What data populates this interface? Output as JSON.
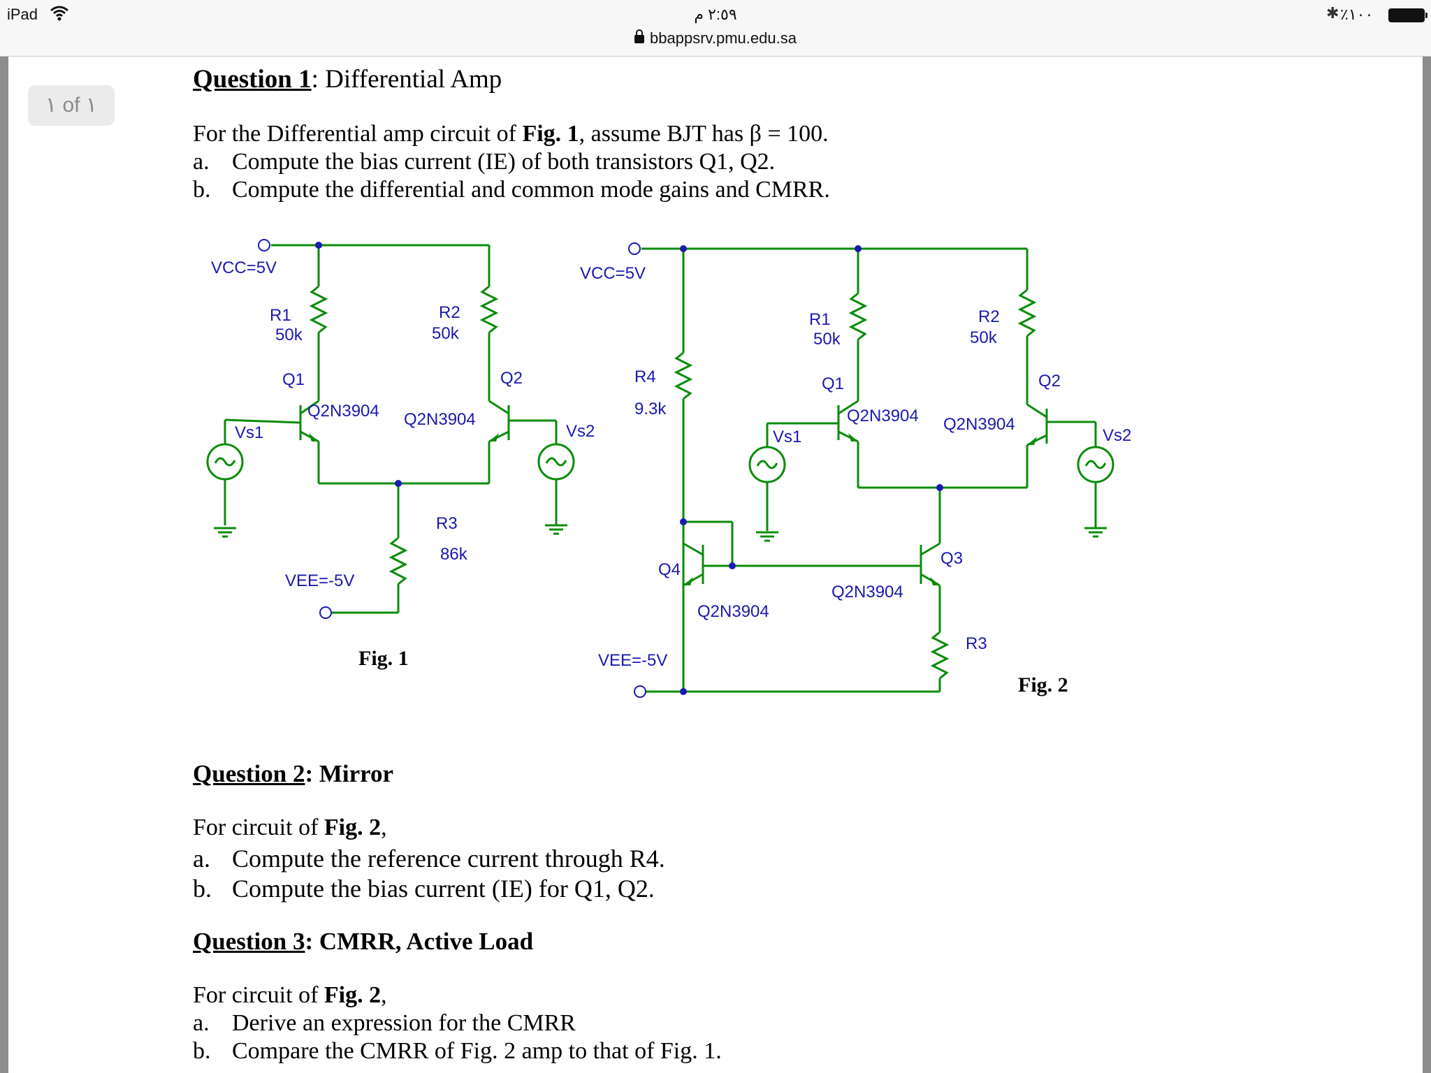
{
  "status_bar": {
    "carrier": "iPad",
    "time": "٢:٥٩ م",
    "url": "bbappsrv.pmu.edu.sa",
    "battery_percent": "٪١٠٠"
  },
  "viewer": {
    "page_indicator": "١ of ١"
  },
  "question1": {
    "heading_num": "Question 1",
    "heading_rest": ": Differential Amp",
    "intro_pre": "For the Differential amp circuit of ",
    "intro_fig": "Fig. 1",
    "intro_post": ", assume BJT has ",
    "beta": "β = 100.",
    "items": [
      {
        "label": "a.",
        "text": "Compute the bias current (IE) of both transistors Q1, Q2."
      },
      {
        "label": "b.",
        "text": "Compute the differential and common mode gains and CMRR."
      }
    ]
  },
  "fig1": {
    "caption": "Fig. 1",
    "vcc": "VCC=5V",
    "vee": "VEE=-5V",
    "r1": "R1",
    "r1_val": "50k",
    "r2": "R2",
    "r2_val": "50k",
    "r3": "R3",
    "r3_val": "86k",
    "q1": "Q1",
    "q1_model": "Q2N3904",
    "q2": "Q2",
    "q2_model": "Q2N3904",
    "vs1": "Vs1",
    "vs2": "Vs2"
  },
  "fig2": {
    "caption": "Fig. 2",
    "vcc": "VCC=5V",
    "vee": "VEE=-5V",
    "r1": "R1",
    "r1_val": "50k",
    "r2": "R2",
    "r2_val": "50k",
    "r3": "R3",
    "r4": "R4",
    "r4_val": "9.3k",
    "q1": "Q1",
    "q1_model": "Q2N3904",
    "q2": "Q2",
    "q2_model": "Q2N3904",
    "q3": "Q3",
    "q3_model": "Q2N3904",
    "q4": "Q4",
    "q4_model": "Q2N3904",
    "vs1": "Vs1",
    "vs2": "Vs2"
  },
  "question2": {
    "heading_num": "Question 2",
    "heading_rest": ": Mirror",
    "intro_pre": "For circuit of ",
    "intro_fig": "Fig. 2",
    "intro_post": ",",
    "items": [
      {
        "label": "a.",
        "text": "Compute the reference current through R4."
      },
      {
        "label": "b.",
        "text": "Compute the bias current (IE) for Q1, Q2."
      }
    ]
  },
  "question3": {
    "heading_num": "Question 3",
    "heading_rest": ": CMRR, Active Load",
    "intro_pre": "For circuit of ",
    "intro_fig": "Fig. 2",
    "intro_post": ",",
    "items": [
      {
        "label": "a.",
        "text": "Derive an expression for the CMRR"
      },
      {
        "label": "b.",
        "text": "Compare the CMRR of Fig. 2 amp to that of Fig. 1."
      }
    ]
  },
  "colors": {
    "wire": "#0a8c0a",
    "label": "#1a1ab0",
    "node": "#1a1ab0"
  }
}
